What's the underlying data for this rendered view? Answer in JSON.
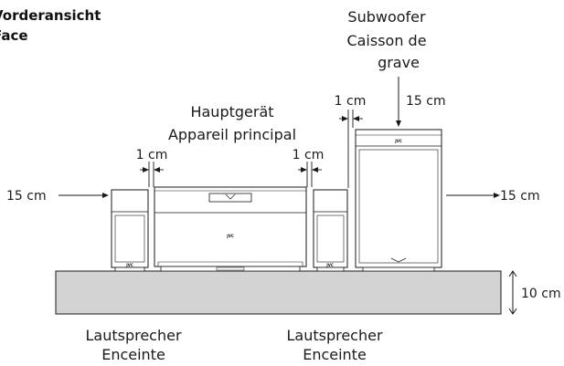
{
  "view_title": {
    "line1": "Vorderansicht",
    "line2": "Face"
  },
  "labels": {
    "subwoofer_line1": "Subwoofer",
    "subwoofer_line2": "Caisson de",
    "subwoofer_line3": "grave",
    "main_unit_line1": "Hauptgerät",
    "main_unit_line2": "Appareil principal",
    "speaker_left_line1": "Lautsprecher",
    "speaker_left_line2": "Enceinte",
    "speaker_right_line1": "Lautsprecher",
    "speaker_right_line2": "Enceinte"
  },
  "distances": {
    "left_side": "15 cm",
    "right_side": "15 cm",
    "top_subwoofer": "15 cm",
    "gap_left": "1 cm",
    "gap_right": "1 cm",
    "gap_subwoofer": "1 cm",
    "shelf_height": "10 cm"
  },
  "brand_marks": {
    "main_unit": "JVC",
    "speaker_left": "JVC",
    "speaker_right": "JVC",
    "subwoofer": "JVC"
  }
}
